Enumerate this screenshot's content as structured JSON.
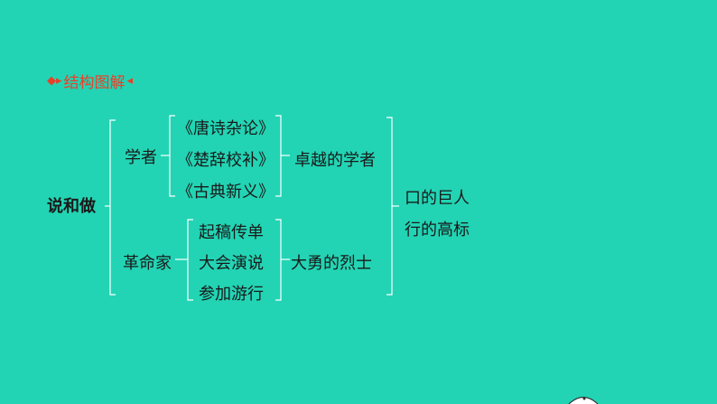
{
  "header": {
    "left_deco": "◆▸",
    "title": "结构图解",
    "right_deco": "◂"
  },
  "diagram": {
    "root": "说和做",
    "branches": [
      {
        "label": "学者",
        "items": [
          "《唐诗杂论》",
          "《楚辞校补》",
          "《古典新义》"
        ],
        "summary": "卓越的学者"
      },
      {
        "label": "革命家",
        "items": [
          "起稿传单",
          "大会演说",
          "参加游行"
        ],
        "summary": "大勇的烈士"
      }
    ],
    "conclusion": [
      "口的巨人",
      "行的高标"
    ]
  }
}
